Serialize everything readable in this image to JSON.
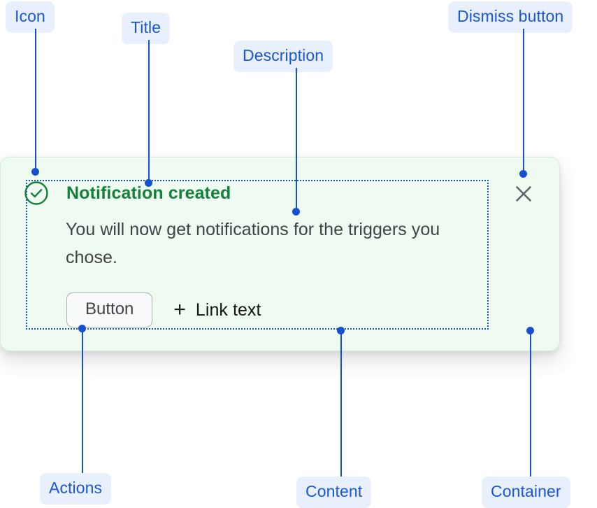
{
  "annotations": [
    {
      "id": "icon",
      "label": "Icon"
    },
    {
      "id": "title",
      "label": "Title"
    },
    {
      "id": "description",
      "label": "Description"
    },
    {
      "id": "dismiss",
      "label": "Dismiss button"
    },
    {
      "id": "actions",
      "label": "Actions"
    },
    {
      "id": "content",
      "label": "Content"
    },
    {
      "id": "container",
      "label": "Container"
    }
  ],
  "notification": {
    "title": "Notification created",
    "description": "You will now get notifications for the triggers you chose.",
    "icon": "check-circle-icon",
    "dismiss_icon": "close-icon",
    "actions": {
      "button_label": "Button",
      "link_icon": "plus-icon",
      "link_label": "Link text"
    }
  },
  "colors": {
    "annotation_text": "#1a56d6",
    "annotation_chip_bg": "#e8f0fe",
    "leader_line": "#1550d2",
    "container_bg": "#effaf1",
    "container_border": "#d4ebda",
    "success_green": "#15803a",
    "description_text": "#3f4246",
    "dismiss_icon": "#5f6368",
    "button_bg": "#f8f9fa",
    "button_border": "#adb1b6"
  }
}
